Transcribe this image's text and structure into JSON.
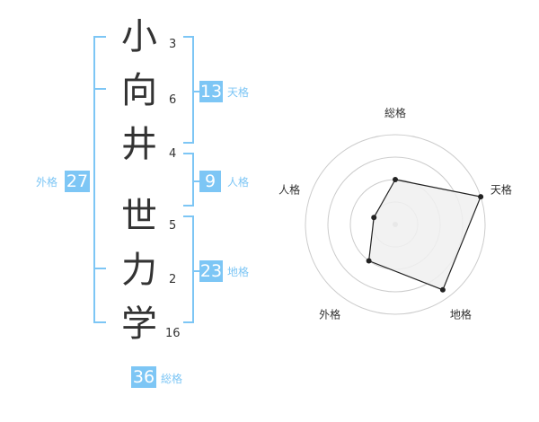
{
  "name_chars": [
    {
      "char": "小",
      "strokes": "3"
    },
    {
      "char": "向",
      "strokes": "6"
    },
    {
      "char": "井",
      "strokes": "4"
    },
    {
      "char": "世",
      "strokes": "5"
    },
    {
      "char": "力",
      "strokes": "2"
    },
    {
      "char": "学",
      "strokes": "16"
    }
  ],
  "kaku": {
    "tenkaku": {
      "value": "13",
      "label": "天格"
    },
    "jinkaku": {
      "value": "9",
      "label": "人格"
    },
    "chikaku": {
      "value": "23",
      "label": "地格"
    },
    "gaikaku": {
      "value": "27",
      "label": "外格"
    },
    "soukaku": {
      "value": "36",
      "label": "総格"
    }
  },
  "colors": {
    "accent": "#7dc6f5",
    "text": "#333333",
    "grid": "#cccccc",
    "fill": "#f0f0f0"
  },
  "chart_data": {
    "type": "radar",
    "axes": [
      "総格",
      "天格",
      "地格",
      "外格",
      "人格"
    ],
    "values": [
      0.5,
      1.0,
      0.9,
      0.5,
      0.25
    ],
    "rings": 4,
    "grid": true
  }
}
